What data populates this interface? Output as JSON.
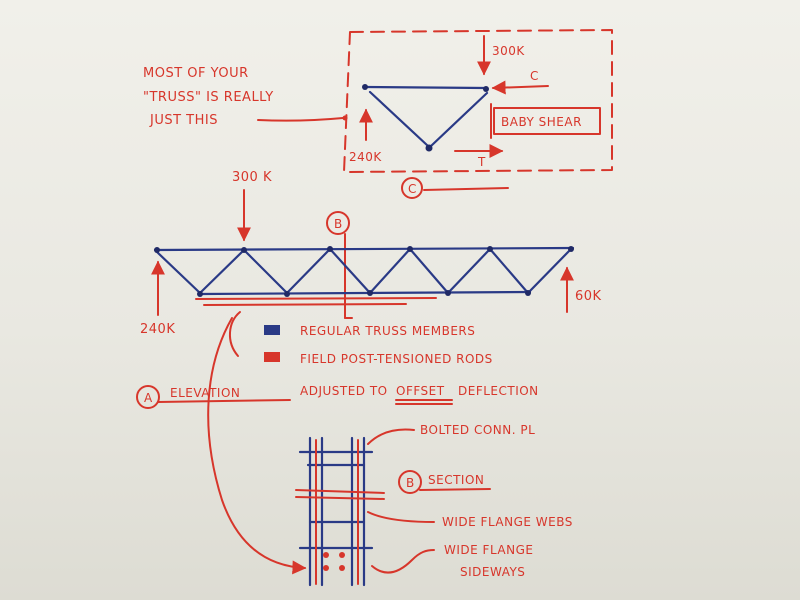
{
  "colors": {
    "regular_members": "#2a3a86",
    "post_tensioned_rods": "#d7362b",
    "board": "#ecebe4"
  },
  "detail_c": {
    "note_line1": "MOST OF YOUR",
    "note_line2": "\"TRUSS\" IS REALLY",
    "note_line3": "JUST THIS",
    "load_top": "300K",
    "reaction": "240K",
    "compression_mark": "C",
    "tension_mark": "T",
    "baby_shear": "BABY SHEAR",
    "tag": "C"
  },
  "elevation": {
    "load": "300 K",
    "left_reaction": "240K",
    "right_reaction": "60K",
    "section_tag": "B"
  },
  "legend": {
    "regular": "REGULAR TRUSS MEMBERS",
    "rods": "FIELD POST-TENSIONED RODS",
    "adjusted": "ADJUSTED TO",
    "offset": "OFFSET",
    "deflection": "DEFLECTION"
  },
  "elevation_title": {
    "tag": "A",
    "title": "ELEVATION"
  },
  "section": {
    "tag": "B",
    "title": "SECTION",
    "bolted": "BOLTED CONN. PL",
    "webs": "WIDE FLANGE WEBS",
    "sideways_line1": "WIDE FLANGE",
    "sideways_line2": "SIDEWAYS"
  },
  "icons": {
    "regular_swatch": "blue-swatch-icon",
    "rods_swatch": "red-swatch-icon"
  }
}
